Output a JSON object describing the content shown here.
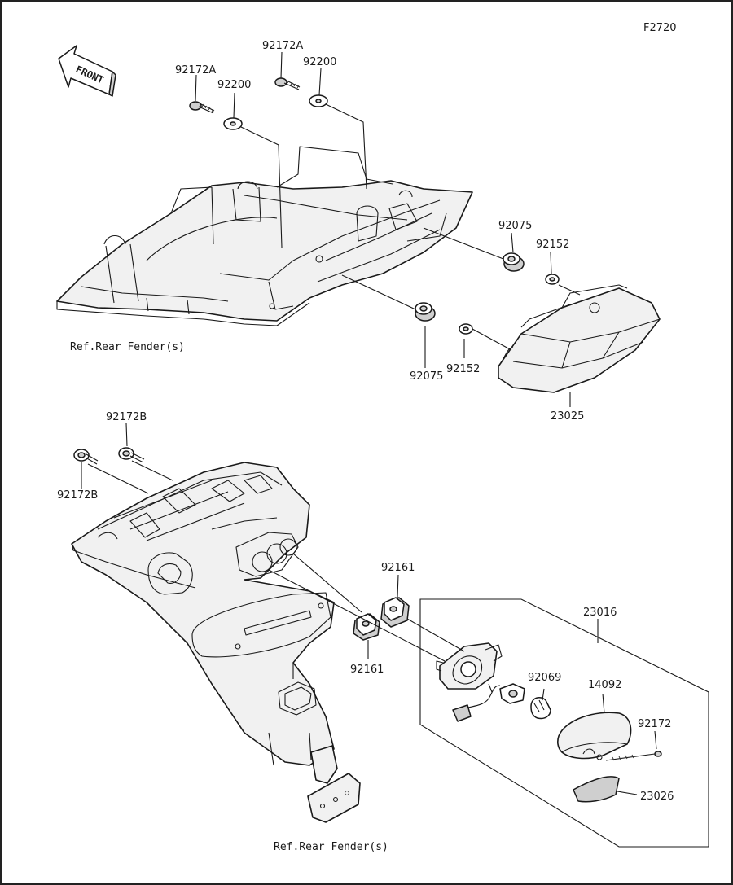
{
  "figure_code": "F2720",
  "front_arrow": "FRONT",
  "refs": {
    "upper_rear_fender": "Ref.Rear Fender(s)",
    "lower_rear_fender": "Ref.Rear Fender(s)"
  },
  "parts": {
    "p92172a_left": "92172A",
    "p92172a_right": "92172A",
    "p92200_left": "92200",
    "p92200_right": "92200",
    "p92075_upper": "92075",
    "p92075_lower": "92075",
    "p92152_upper": "92152",
    "p92152_lower": "92152",
    "p23025": "23025",
    "p92172b_top": "92172B",
    "p92172b_bottom": "92172B",
    "p92161_upper": "92161",
    "p92161_lower": "92161",
    "p23016": "23016",
    "p92069": "92069",
    "p14092": "14092",
    "p92172": "92172",
    "p23026": "23026"
  }
}
